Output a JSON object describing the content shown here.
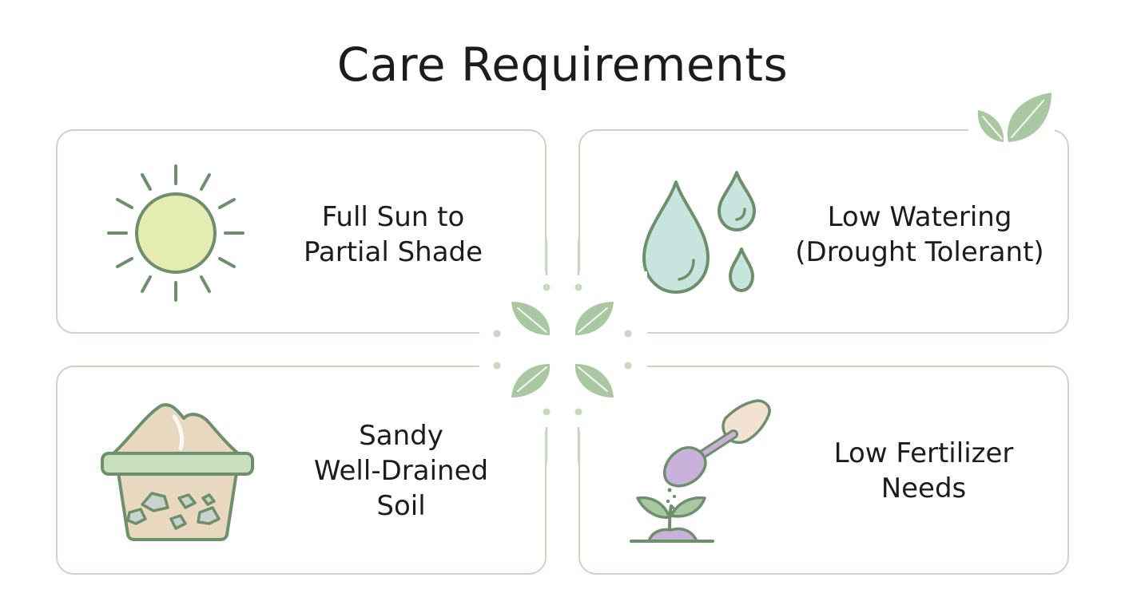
{
  "title": "Care Requirements",
  "cards": [
    {
      "id": "sun",
      "icon": "sun-icon",
      "lines": [
        "Full Sun to",
        "Partial Shade"
      ]
    },
    {
      "id": "water",
      "icon": "water-drops-icon",
      "lines": [
        "Low Watering",
        "(Drought Tolerant)"
      ]
    },
    {
      "id": "soil",
      "icon": "soil-basket-icon",
      "lines": [
        "Sandy",
        "Well-Drained",
        "Soil"
      ]
    },
    {
      "id": "fert",
      "icon": "fertilizer-trowel-icon",
      "lines": [
        "Low Fertilizer",
        "Needs"
      ]
    }
  ],
  "colors": {
    "border": "#c6d8c0",
    "stroke": "#6e8f6c",
    "leaf": "#a9c8a2",
    "sun_fill": "#e4ecb2",
    "water_fill": "#c7e4df",
    "soil_fill": "#e8d8bf",
    "soil_band": "#c8e0c0",
    "fertilizer": "#c8b2dc"
  }
}
